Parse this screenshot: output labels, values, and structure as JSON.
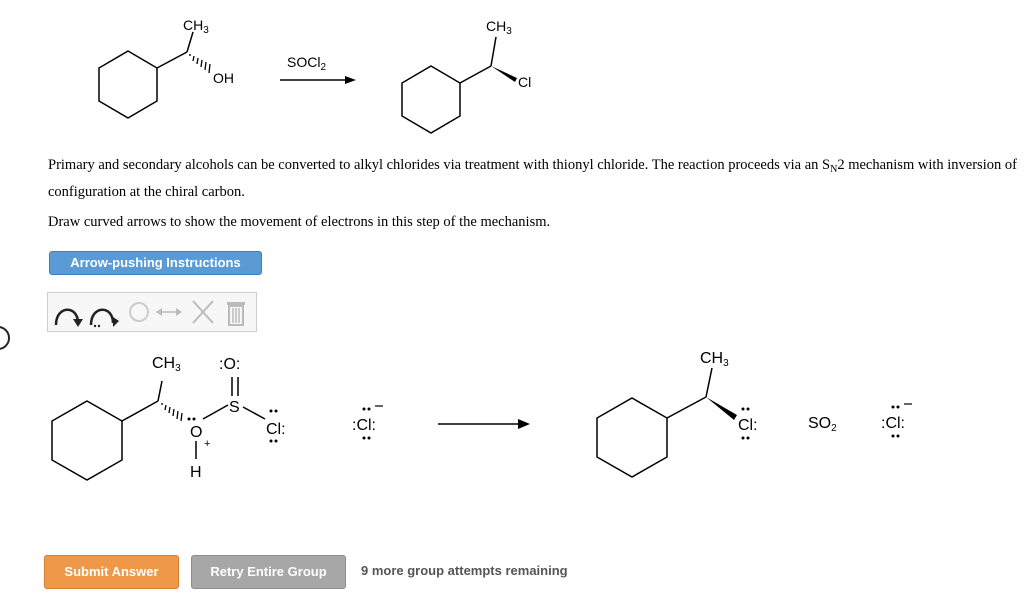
{
  "reaction": {
    "reactant_methyl": "CH3",
    "reactant_oh": "OH",
    "reagent": "SOCl2",
    "product_methyl": "CH3",
    "product_cl": "Cl"
  },
  "intro_text_1": "Primary and secondary alcohols can be converted to alkyl chlorides via treatment with thionyl chloride. The reaction proceeds via an S",
  "intro_sub": "N",
  "intro_text_2": "2 mechanism with inversion of configuration at the chiral carbon.",
  "instruction": "Draw curved arrows to show the movement of electrons in this step of the mechanism.",
  "arrow_instructions_label": "Arrow-pushing Instructions",
  "toolbar_icons": [
    "curved-arrow-icon",
    "half-curved-arrow-icon",
    "ring-icon",
    "double-arrow-icon",
    "close-icon",
    "trash-icon"
  ],
  "mechanism": {
    "left_methyl": "CH3",
    "left_o_top": ":O:",
    "left_s": "S",
    "left_o": "O",
    "left_h": "H",
    "left_cl": "Cl:",
    "chloride": ":Cl:",
    "right_methyl": "CH3",
    "right_cl": "Cl:",
    "so2": "SO2",
    "right_chloride": ":Cl:"
  },
  "buttons": {
    "submit": "Submit Answer",
    "retry": "Retry Entire Group"
  },
  "attempts_text": "9 more group attempts remaining"
}
